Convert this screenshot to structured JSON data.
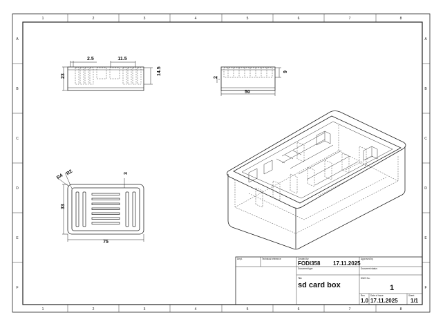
{
  "zones": {
    "columns": [
      "1",
      "2",
      "3",
      "4",
      "5",
      "6",
      "7",
      "8"
    ],
    "rows": [
      "A",
      "B",
      "C",
      "D",
      "E",
      "F"
    ]
  },
  "dimensions": {
    "front_width": "2.5",
    "front_slot": "11.5",
    "front_height": "23",
    "front_inner": "14.5",
    "side_base": "2",
    "side_wall": "9",
    "side_length": "50",
    "top_r4": "R4",
    "top_r2": "R2",
    "top_wall": "3",
    "top_depth": "33",
    "top_length": "75"
  },
  "title_block": {
    "dept_label": "Dept.",
    "tech_ref_label": "Technical reference",
    "created_by_label": "Created by",
    "created_by": "FODI358",
    "created_date": "17.11.2025",
    "approved_by_label": "Approved by",
    "doc_type_label": "Document type",
    "doc_status_label": "Document status",
    "title_label": "Title",
    "title": "sd card box",
    "dwg_no_label": "DWG No.",
    "dwg_no": "1",
    "rev_label": "Rev.",
    "rev": "1.0",
    "date_issue_label": "Date of issue",
    "date_issue": "17.11.2025",
    "sheet_label": "Sheet",
    "sheet": "1/1"
  }
}
